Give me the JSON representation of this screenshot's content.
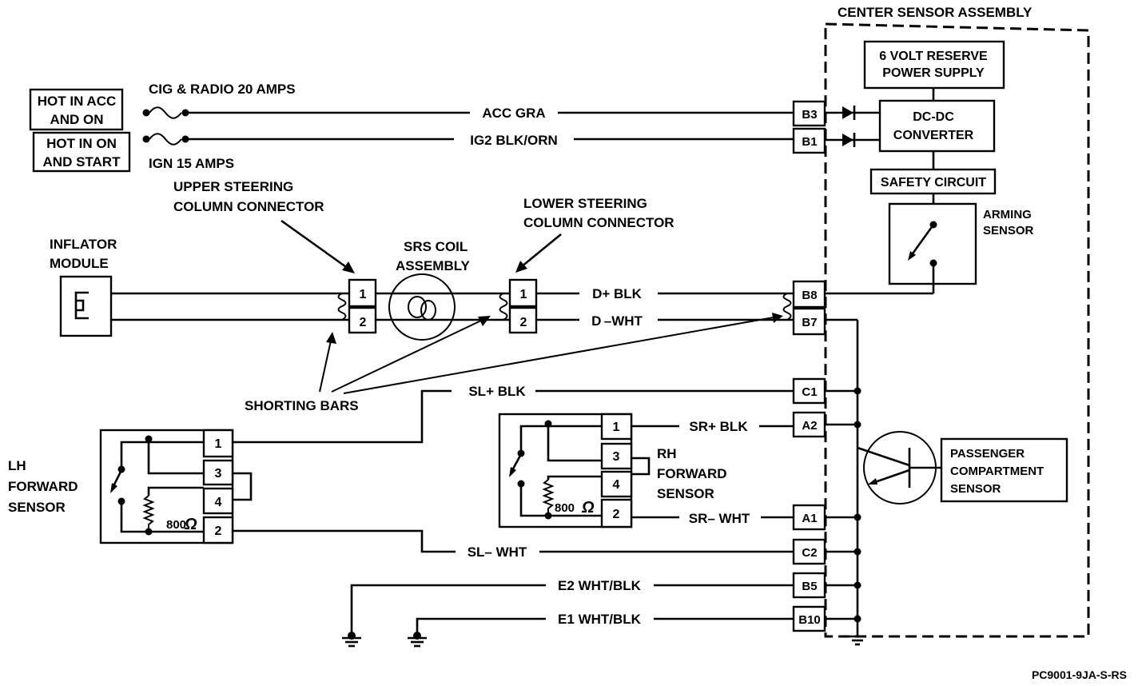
{
  "labels": {
    "center_sensor_assembly": "CENTER SENSOR ASSEMBLY",
    "reserve_power_l1": "6 VOLT RESERVE",
    "reserve_power_l2": "POWER SUPPLY",
    "dcdc_l1": "DC-DC",
    "dcdc_l2": "CONVERTER",
    "safety_circuit": "SAFETY CIRCUIT",
    "arming_l1": "ARMING",
    "arming_l2": "SENSOR",
    "hot_acc_l1": "HOT IN ACC",
    "hot_acc_l2": "AND ON",
    "hot_on_l1": "HOT IN ON",
    "hot_on_l2": "AND START",
    "fuse_cig": "CIG & RADIO 20 AMPS",
    "fuse_ign": "IGN 15 AMPS",
    "upper_conn_l1": "UPPER STEERING",
    "upper_conn_l2": "COLUMN CONNECTOR",
    "lower_conn_l1": "LOWER STEERING",
    "lower_conn_l2": "COLUMN CONNECTOR",
    "inflator_l1": "INFLATOR",
    "inflator_l2": "MODULE",
    "srs_coil_l1": "SRS COIL",
    "srs_coil_l2": "ASSEMBLY",
    "shorting_bars": "SHORTING BARS",
    "lh_l1": "LH",
    "lh_l2": "FORWARD",
    "lh_l3": "SENSOR",
    "rh_l1": "RH",
    "rh_l2": "FORWARD",
    "rh_l3": "SENSOR",
    "pass_l1": "PASSENGER",
    "pass_l2": "COMPARTMENT",
    "pass_l3": "SENSOR",
    "resistor_lh": "800",
    "resistor_rh": "800",
    "ohm": "Ω",
    "figure_id": "PC9001-9JA-S-RS"
  },
  "wires": {
    "acc": "ACC GRA",
    "ig2": "IG2 BLK/ORN",
    "d_plus": "D+ BLK",
    "d_minus": "D –WHT",
    "sl_plus": "SL+ BLK",
    "sl_minus": "SL– WHT",
    "sr_plus": "SR+ BLK",
    "sr_minus": "SR– WHT",
    "e2": "E2 WHT/BLK",
    "e1": "E1 WHT/BLK"
  },
  "pins": {
    "b3": "B3",
    "b1": "B1",
    "b8": "B8",
    "b7": "B7",
    "c1": "C1",
    "a2": "A2",
    "a1": "A1",
    "c2": "C2",
    "b5": "B5",
    "b10": "B10",
    "upper_1": "1",
    "upper_2": "2",
    "lower_1": "1",
    "lower_2": "2",
    "lh_1": "1",
    "lh_3": "3",
    "lh_4": "4",
    "lh_2": "2",
    "rh_1": "1",
    "rh_3": "3",
    "rh_4": "4",
    "rh_2": "2"
  }
}
